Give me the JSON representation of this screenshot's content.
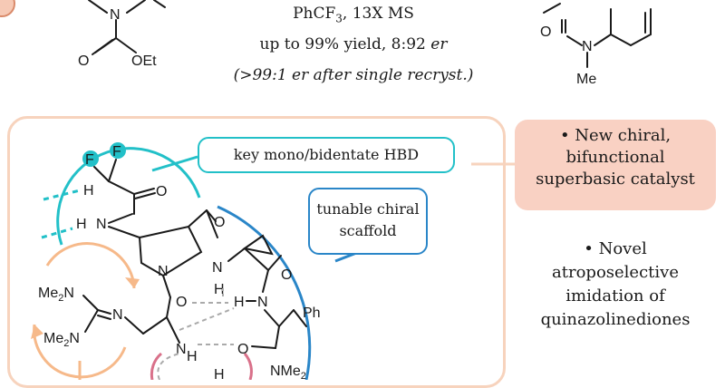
{
  "conditions": {
    "solvent": "PhCF",
    "solvent_sub": "3",
    "sieves": ", 13X MS",
    "yield": "up to 99% yield, 8:92",
    "er_word": "er",
    "recryst": "(>99:1 er after single recryst.)"
  },
  "labels": {
    "hbd": "key mono/bidentate HBD",
    "scaffold_line1": "tunable chiral",
    "scaffold_line2": "scaffold"
  },
  "bullets": {
    "catalyst_lines": [
      "• New chiral,",
      "bifunctional",
      "superbasic catalyst"
    ],
    "imidation_lines": [
      "• Novel",
      "atroposelective",
      "imidation of",
      "quinazolinediones"
    ]
  },
  "atoms": {
    "top_n": "N",
    "top_o1": "O",
    "top_oet": "OEt",
    "right_o": "O",
    "right_n": "N",
    "right_me": "Me",
    "f1": "F",
    "f2": "F",
    "o_amide": "O",
    "h1": "H",
    "h2": "H",
    "n_amide": "N",
    "n_pyr": "N",
    "o_pro": "O",
    "h_nh": "N",
    "h_nh_h": "H",
    "o_right": "O",
    "h3": "H",
    "n3": "N",
    "ph": "Ph",
    "h4": "H",
    "n4": "N",
    "o_low": "O",
    "nme2": "NMe",
    "nme2_sub": "2",
    "h5": "H",
    "me2n_top": "Me",
    "me2n_top_sub": "2",
    "me2n_top_n": "N",
    "n_eq": "N",
    "me2n_bot": "Me",
    "me2n_bot_sub": "2",
    "me2n_bot_n": "N"
  },
  "colors": {
    "hbd_teal": "#22c0c8",
    "scaffold_blue": "#2a86c8",
    "panel_peach": "#f7d3bd",
    "bullet_bg": "#f9d1c3",
    "arrow_orange": "#f6b98a",
    "pink": "#d9718a"
  }
}
